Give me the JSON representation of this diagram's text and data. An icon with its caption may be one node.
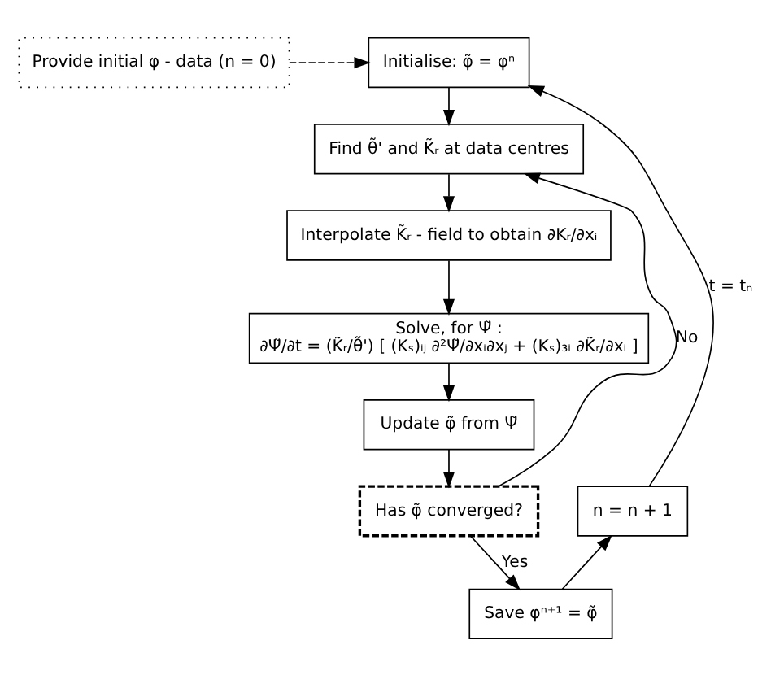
{
  "diagram": {
    "nodes": [
      {
        "text": [
          "Provide initial φ - data (n = 0)"
        ]
      },
      {
        "text": [
          "Initialise: φ̃ = φⁿ"
        ]
      },
      {
        "text": [
          "Find θ̃' and K̃ᵣ at data centres"
        ]
      },
      {
        "text": [
          "Interpolate K̃ᵣ - field to obtain ∂Kᵣ/∂xᵢ"
        ]
      },
      {
        "text": [
          "Solve, for Ψ̃ :",
          "∂Ψ̃/∂t = (K̃ᵣ/θ̃') [ (Kₛ)ᵢⱼ ∂²Ψ̃/∂xᵢ∂xⱼ + (Kₛ)₃ᵢ ∂K̃ᵣ/∂xᵢ ]"
        ]
      },
      {
        "text": [
          "Update φ̃ from Ψ̃"
        ]
      },
      {
        "text": [
          "Has φ̃ converged?"
        ]
      },
      {
        "text": [
          "Save φⁿ⁺¹ = φ̃"
        ]
      },
      {
        "text": [
          "n = n + 1"
        ]
      }
    ],
    "edges": [
      {
        "from": 0,
        "to": 1,
        "arrow": "to",
        "style": "dashed"
      },
      {
        "from": 1,
        "to": 2,
        "arrow": "to"
      },
      {
        "from": 2,
        "to": 3,
        "arrow": "to"
      },
      {
        "from": 3,
        "to": 4,
        "arrow": "to"
      },
      {
        "from": 4,
        "to": 5,
        "arrow": "to"
      },
      {
        "from": 5,
        "to": 6,
        "arrow": "to"
      },
      {
        "from": 6,
        "to": 2,
        "arrow": "to",
        "label": "No"
      },
      {
        "from": 6,
        "to": 7,
        "arrow": "to",
        "label": "Yes"
      },
      {
        "from": 7,
        "to": 8,
        "arrow": "to"
      },
      {
        "from": 8,
        "to": 1,
        "arrow": "to",
        "label": "t = tₙ"
      }
    ]
  }
}
